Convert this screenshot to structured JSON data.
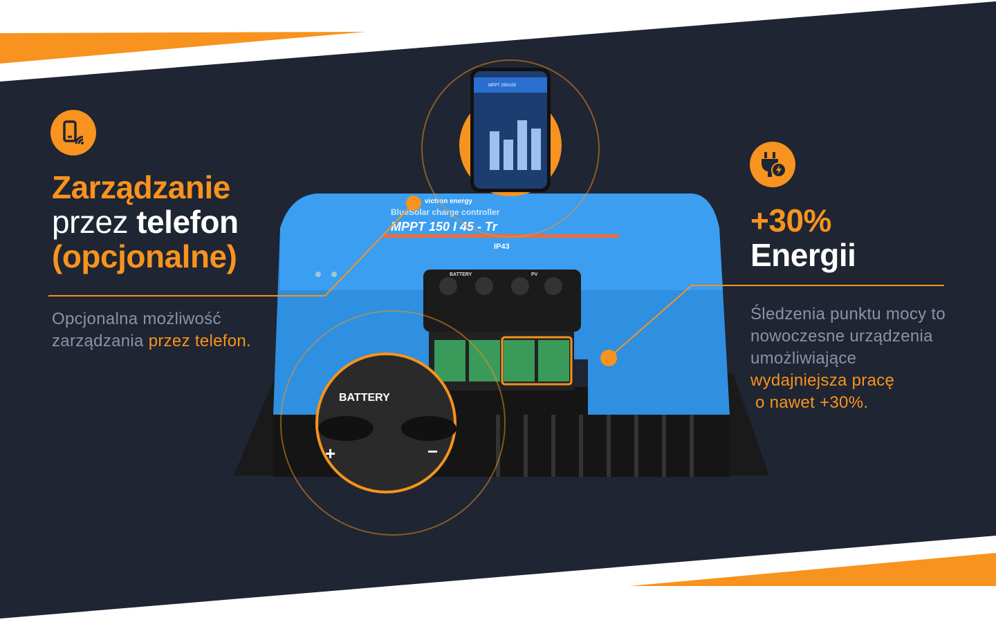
{
  "left_feature": {
    "icon": "phone-wireless-icon",
    "title_line1": "Zarządzanie",
    "title_line2_a": "przez ",
    "title_line2_b": "telefon",
    "title_line3": "(opcjonalne)",
    "desc_line1": "Opcjonalna możliwość",
    "desc_line2_a": "zarządzania ",
    "desc_line2_b": "przez telefon."
  },
  "right_feature": {
    "icon": "plug-bolt-icon",
    "title_line1": "+30%",
    "title_line2": "Energii",
    "desc_line1": "Śledzenia punktu mocy to",
    "desc_line2": "nowoczesne urządzenia",
    "desc_line3": "umożliwiające",
    "desc_line4": "wydajniejsza pracę",
    "desc_line5": " o nawet +30%."
  },
  "product": {
    "brand": "victron energy",
    "line1": "BlueSolar charge controller",
    "line2": "MPPT 150 I 45 - Tr",
    "rating": "IP43",
    "terminal_battery": "BATTERY",
    "terminal_pv": "PV",
    "zoom_label": "BATTERY",
    "phone_title": "MPPT 250/100"
  },
  "colors": {
    "accent": "#f7931e",
    "background": "#1f2532",
    "device_blue": "#2f8fe0"
  }
}
